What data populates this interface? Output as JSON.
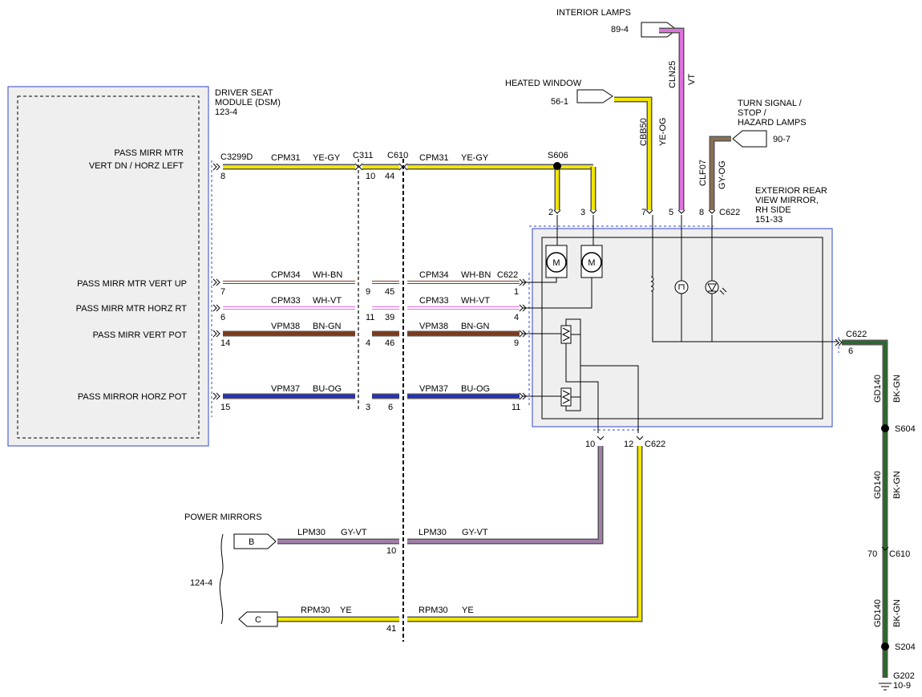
{
  "modules": {
    "dsm": {
      "name_line1": "DRIVER SEAT",
      "name_line2": "MODULE (DSM)",
      "ref": "123-4"
    },
    "mirror": {
      "name_line1": "EXTERIOR REAR",
      "name_line2": "VIEW MIRROR,",
      "name_line3": "RH SIDE",
      "ref": "151-33"
    }
  },
  "references": {
    "interior_lamps": {
      "label": "INTERIOR LAMPS",
      "page": "89-4"
    },
    "heated_window": {
      "label": "HEATED WINDOW",
      "page": "56-1"
    },
    "turn_signal": {
      "line1": "TURN SIGNAL /",
      "line2": "STOP /",
      "line3": "HAZARD LAMPS",
      "page": "90-7"
    },
    "power_mirrors": {
      "label": "POWER MIRRORS",
      "page": "124-4",
      "b": "B",
      "c": "C"
    }
  },
  "signals": [
    {
      "label_line1": "PASS MIRR MTR",
      "label_line2": "VERT DN / HORZ LEFT"
    },
    {
      "label": "PASS MIRR MTR VERT UP"
    },
    {
      "label": "PASS MIRR MTR HORZ RT"
    },
    {
      "label": "PASS MIRR VERT POT"
    },
    {
      "label": "PASS MIRROR HORZ POT"
    }
  ],
  "connectors": {
    "c3299d": "C3299D",
    "c311": "C311",
    "c610": "C610",
    "c622": "C622",
    "s606": "S606",
    "s604": "S604",
    "s204": "S204",
    "g202": "G202",
    "g202_ref": "10-9"
  },
  "wires": {
    "cpm31": {
      "circuit": "CPM31",
      "color": "YE-GY"
    },
    "cpm34": {
      "circuit": "CPM34",
      "color": "WH-BN"
    },
    "cpm33": {
      "circuit": "CPM33",
      "color": "WH-VT"
    },
    "vpm38": {
      "circuit": "VPM38",
      "color": "BN-GN"
    },
    "vpm37": {
      "circuit": "VPM37",
      "color": "BU-OG"
    },
    "lpm30": {
      "circuit": "LPM30",
      "color": "GY-VT"
    },
    "rpm30": {
      "circuit": "RPM30",
      "color": "YE"
    },
    "cbb50": {
      "circuit": "CBB50",
      "color": "YE-OG"
    },
    "cln25": {
      "circuit": "CLN25",
      "color": "VT"
    },
    "clf07": {
      "circuit": "CLF07",
      "color": "GY-OG"
    },
    "gd140": {
      "circuit": "GD140",
      "color": "BK-GN"
    }
  },
  "pins": {
    "dsm": [
      "8",
      "7",
      "6",
      "14",
      "15"
    ],
    "c311": [
      "10",
      "9",
      "11",
      "4",
      "3"
    ],
    "c610": [
      "44",
      "45",
      "39",
      "46",
      "6",
      "10",
      "41",
      "70"
    ],
    "c622_left": [
      "1",
      "4",
      "9",
      "11"
    ],
    "c622_top": [
      "2",
      "3",
      "7",
      "5",
      "8"
    ],
    "c622_bottom": [
      "10",
      "12"
    ],
    "c622_right": "6"
  },
  "symbols": {
    "motor": "M"
  },
  "colors": {
    "yellow": "#f2e600",
    "brown": "#7a3b1e",
    "blue": "#2030c8",
    "violet": "#e070e0",
    "gray_violet": "#a080a8",
    "tan": "#8a7050",
    "black": "#111111",
    "module_border": "#3344cc",
    "module_fill": "#efefef"
  }
}
